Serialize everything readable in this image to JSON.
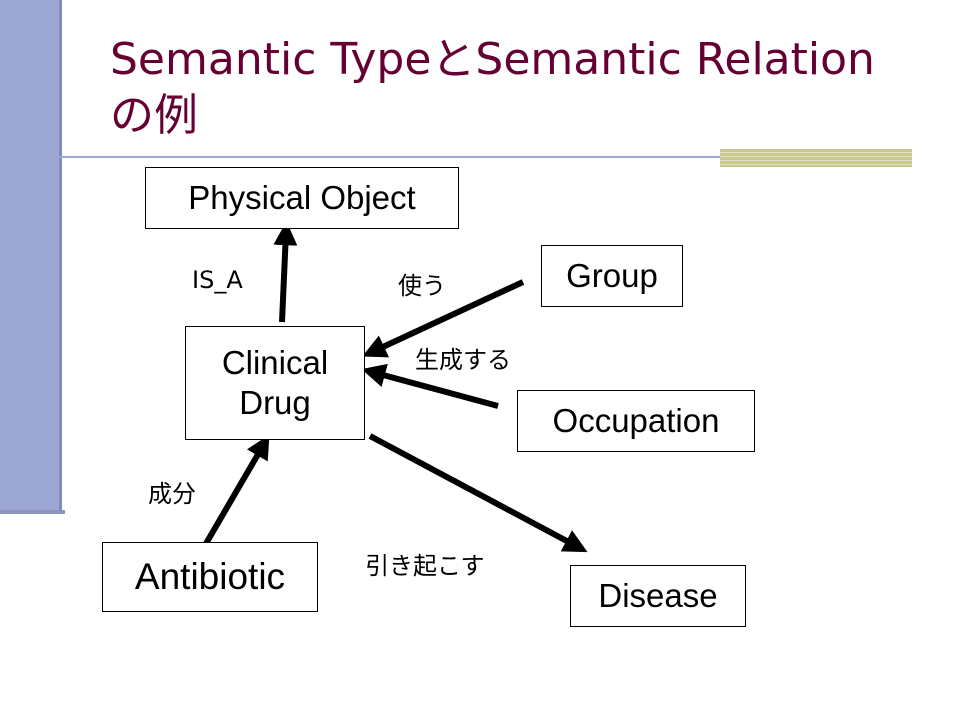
{
  "slide": {
    "title": "Semantic TypeとSemantic Relation の例"
  },
  "diagram": {
    "nodes": {
      "physical_object": "Physical Object",
      "clinical_drug": "Clinical Drug",
      "group": "Group",
      "occupation": "Occupation",
      "antibiotic": "Antibiotic",
      "disease": "Disease"
    },
    "relations": {
      "is_a": "IS_A",
      "uses": "使う",
      "produces": "生成する",
      "component": "成分",
      "causes": "引き起こす"
    }
  },
  "colors": {
    "title": "#660033",
    "left_bar": "#9ca8d3",
    "rule": "#9ca8d3",
    "accent": "#c9c98f"
  }
}
